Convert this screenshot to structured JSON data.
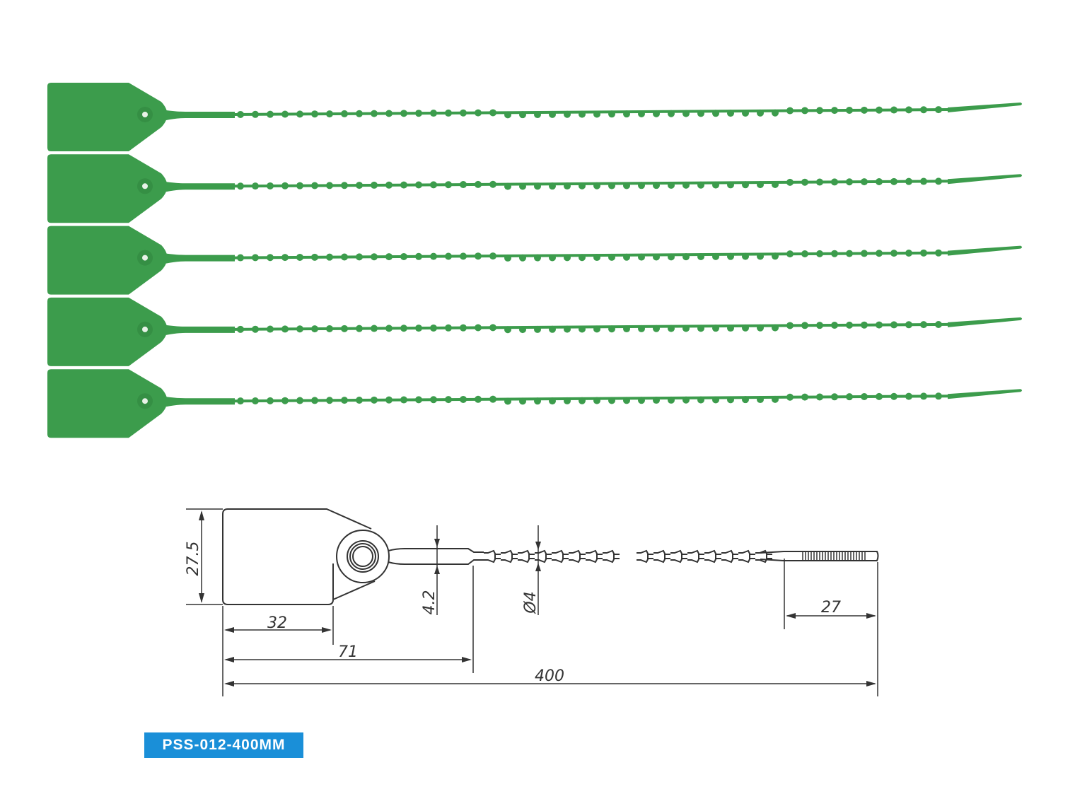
{
  "product": {
    "model_label": "PSS-012-400MM",
    "seal_color": "#3c9c4c",
    "seal_count": 5
  },
  "drawing": {
    "dimensions": {
      "tag_height": "27.5",
      "tag_width": "32",
      "head_length": "71",
      "total_length": "400",
      "strap_width": "4.2",
      "bead_diameter": "Ø4",
      "tail_length": "27"
    },
    "line_color": "#333333"
  },
  "colors": {
    "badge": "#1a8fd8"
  }
}
